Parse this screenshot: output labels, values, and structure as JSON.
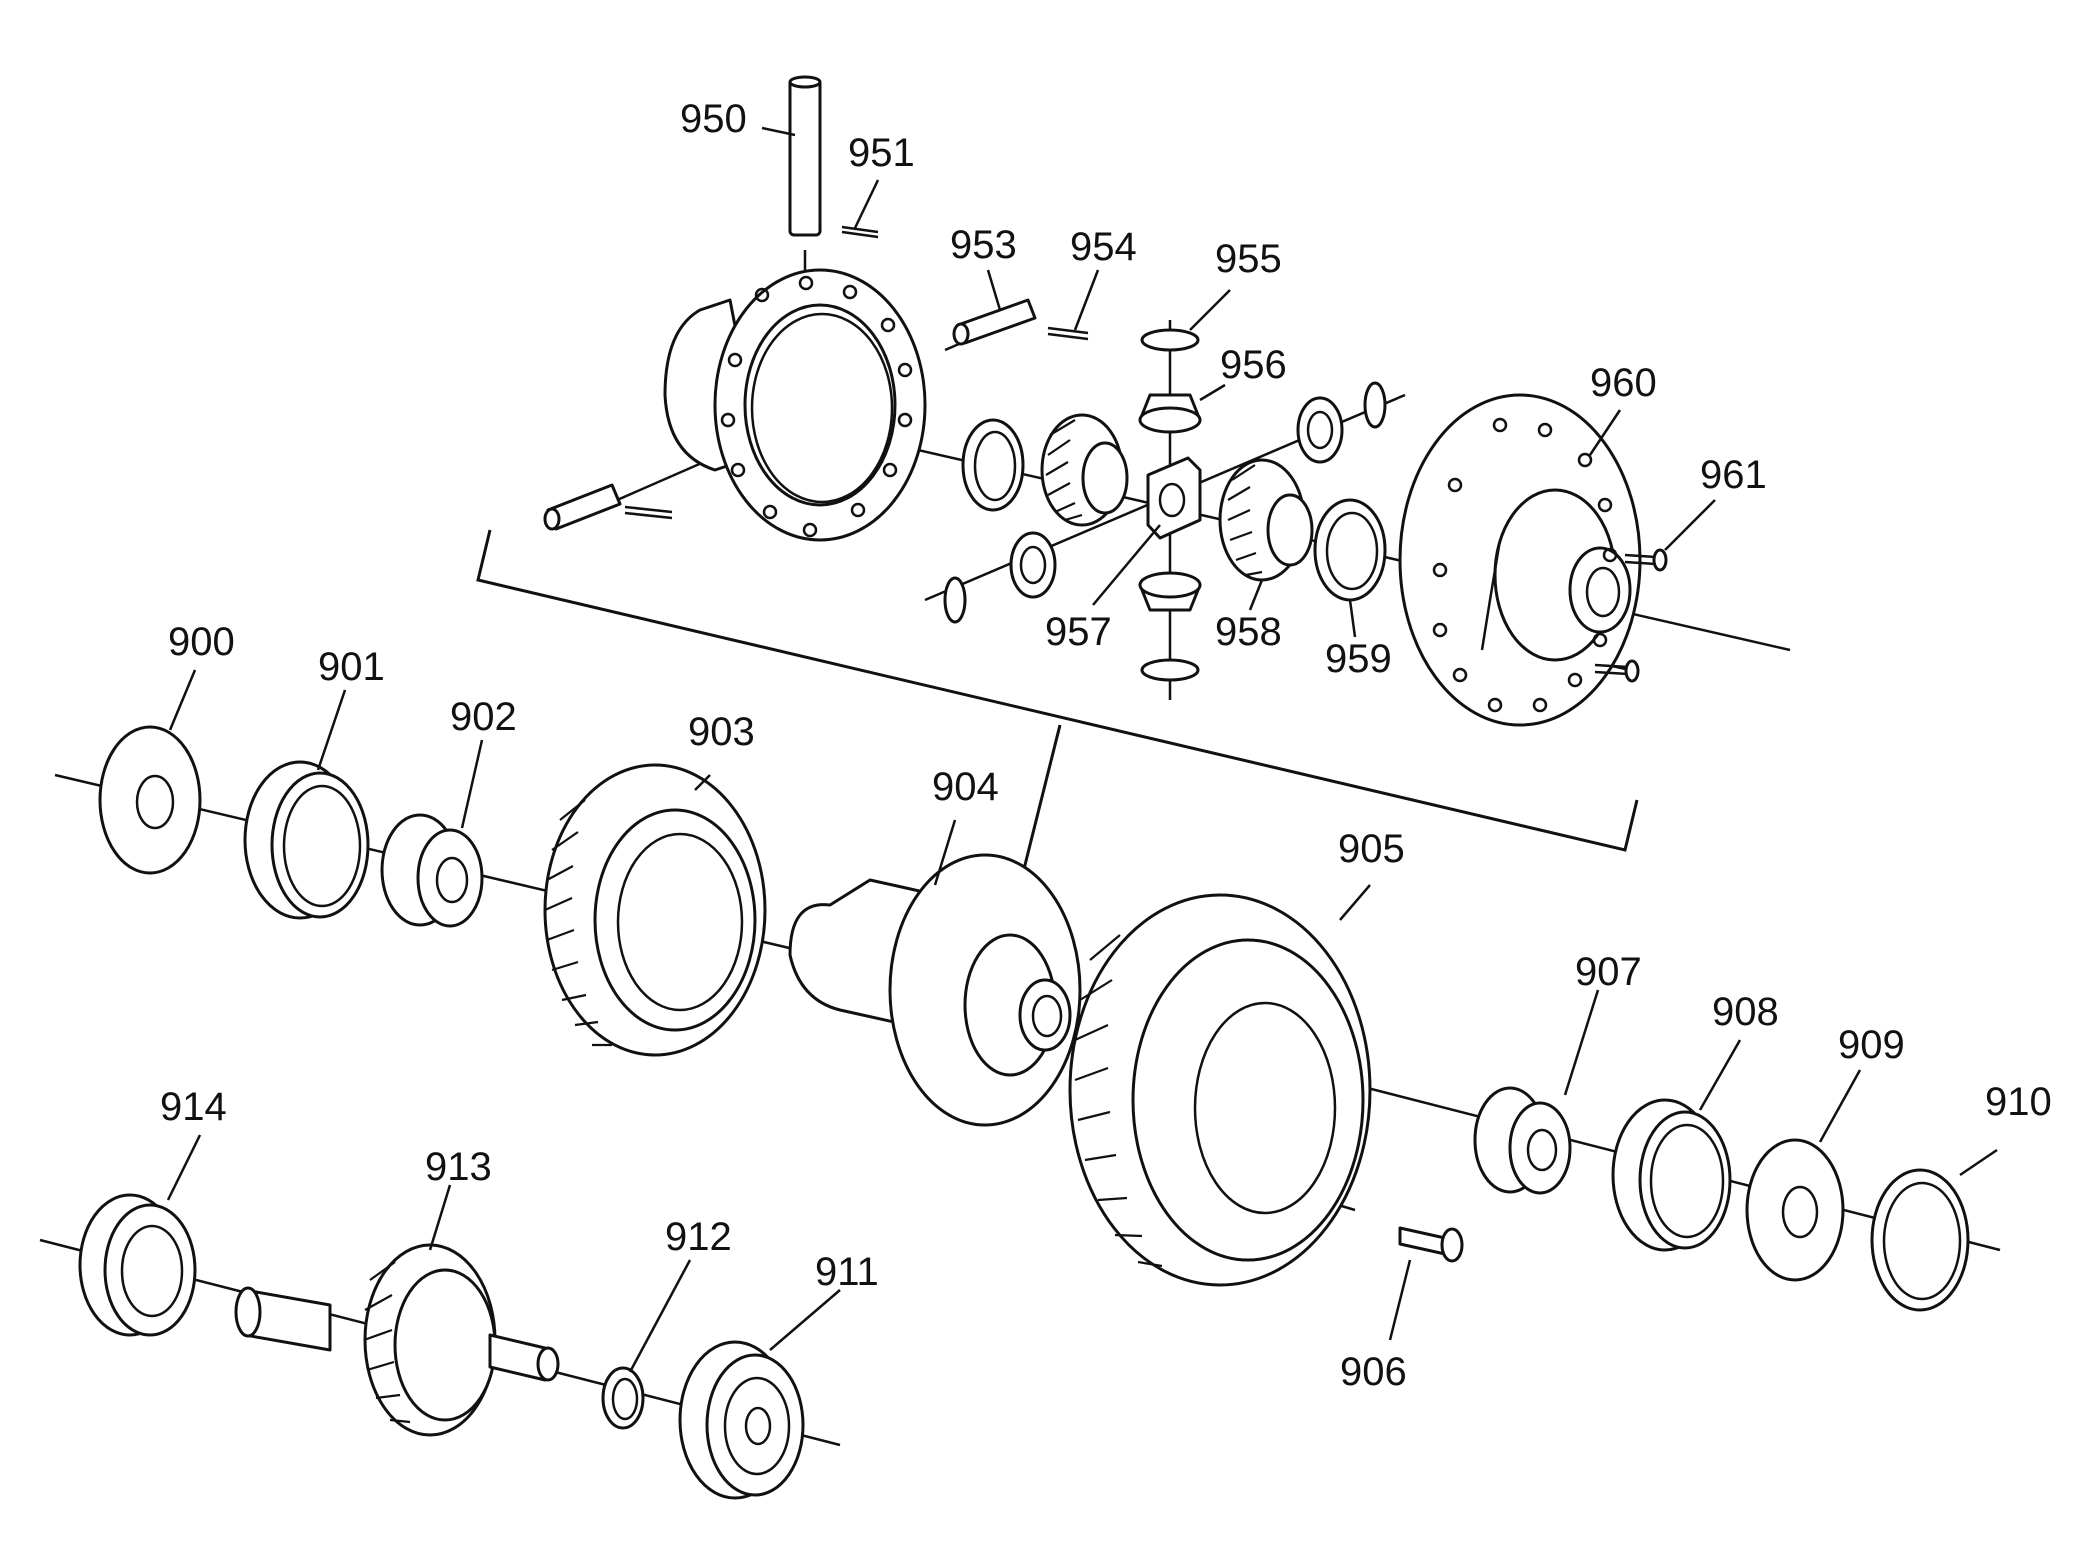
{
  "callouts": [
    {
      "id": "c900",
      "text": "900"
    },
    {
      "id": "c901",
      "text": "901"
    },
    {
      "id": "c902",
      "text": "902"
    },
    {
      "id": "c903",
      "text": "903"
    },
    {
      "id": "c904",
      "text": "904"
    },
    {
      "id": "c905",
      "text": "905"
    },
    {
      "id": "c906",
      "text": "906"
    },
    {
      "id": "c907",
      "text": "907"
    },
    {
      "id": "c908",
      "text": "908"
    },
    {
      "id": "c909",
      "text": "909"
    },
    {
      "id": "c910",
      "text": "910"
    },
    {
      "id": "c911",
      "text": "911"
    },
    {
      "id": "c912",
      "text": "912"
    },
    {
      "id": "c913",
      "text": "913"
    },
    {
      "id": "c914",
      "text": "914"
    },
    {
      "id": "c950",
      "text": "950"
    },
    {
      "id": "c951",
      "text": "951"
    },
    {
      "id": "c953",
      "text": "953"
    },
    {
      "id": "c954",
      "text": "954"
    },
    {
      "id": "c955",
      "text": "955"
    },
    {
      "id": "c956",
      "text": "956"
    },
    {
      "id": "c957",
      "text": "957"
    },
    {
      "id": "c958",
      "text": "958"
    },
    {
      "id": "c959",
      "text": "959"
    },
    {
      "id": "c960",
      "text": "960"
    },
    {
      "id": "c961",
      "text": "961"
    }
  ]
}
